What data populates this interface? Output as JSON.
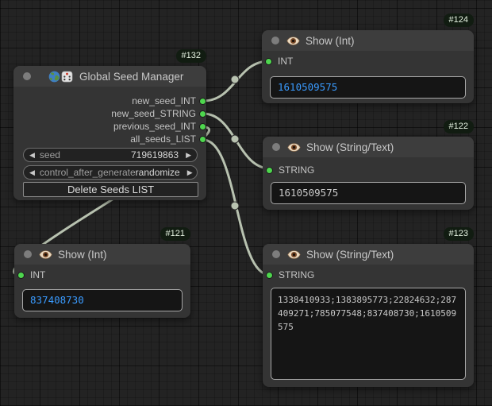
{
  "colors": {
    "canvas_bg": "#232323",
    "node_bg": "#343434",
    "node_title_bg": "#3d3d3d",
    "link": "#b8c2b0",
    "port": "#4ed64e",
    "int_value": "#3a9bff",
    "string_value": "#2eccc2e",
    "badge_bg": "#111c11",
    "badge_text": "#e6f3e2"
  },
  "widget_arrows": {
    "left": "◀",
    "right": "▶"
  },
  "nodes": {
    "seed_manager": {
      "badge": "#132",
      "title": "Global Seed Manager",
      "title_icons": [
        "globe-icon",
        "dice-icon"
      ],
      "outputs": [
        {
          "label": "new_seed_INT"
        },
        {
          "label": "new_seed_STRING"
        },
        {
          "label": "previous_seed_INT"
        },
        {
          "label": "all_seeds_LIST"
        }
      ],
      "widgets": [
        {
          "label": "seed",
          "value": "719619863"
        },
        {
          "label": "control_after_generate",
          "value": "randomize"
        }
      ],
      "button_label": "Delete Seeds LIST"
    },
    "show_int_top": {
      "badge": "#124",
      "title": "Show (Int)",
      "input_label": "INT",
      "value": "1610509575"
    },
    "show_string_mid": {
      "badge": "#122",
      "title": "Show (String/Text)",
      "input_label": "STRING",
      "value": "1610509575"
    },
    "show_int_bottom": {
      "badge": "#121",
      "title": "Show (Int)",
      "input_label": "INT",
      "value": "837408730"
    },
    "show_string_bottom": {
      "badge": "#123",
      "title": "Show (String/Text)",
      "input_label": "STRING",
      "value": "1338410933;1383895773;22824632;287409271;785077548;837408730;1610509575"
    }
  },
  "links": [
    {
      "from": "new_seed_INT",
      "to": "#124 INT"
    },
    {
      "from": "new_seed_STRING",
      "to": "#122 STRING"
    },
    {
      "from": "previous_seed_INT",
      "to": "#121 INT"
    },
    {
      "from": "all_seeds_LIST",
      "to": "#123 STRING"
    }
  ]
}
